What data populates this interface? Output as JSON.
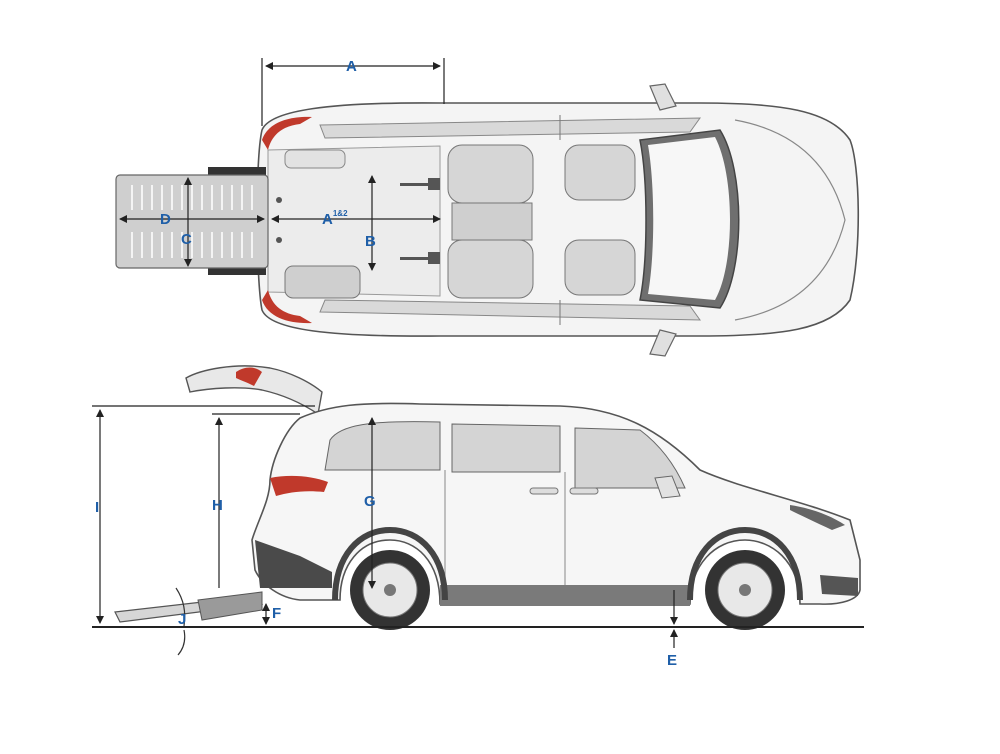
{
  "accent_color": "#1f5fa8",
  "line_color": "#222222",
  "labels": {
    "A_top": "A",
    "A_inner": "A",
    "A_inner_sup": "1&2",
    "B": "B",
    "C": "C",
    "D": "D",
    "E": "E",
    "F": "F",
    "G": "G",
    "H": "H",
    "I": "I",
    "J": "J"
  },
  "icons": {
    "top_view": "van-top-view-icon",
    "side_view": "van-side-view-icon",
    "ramp": "wheelchair-ramp-icon"
  }
}
